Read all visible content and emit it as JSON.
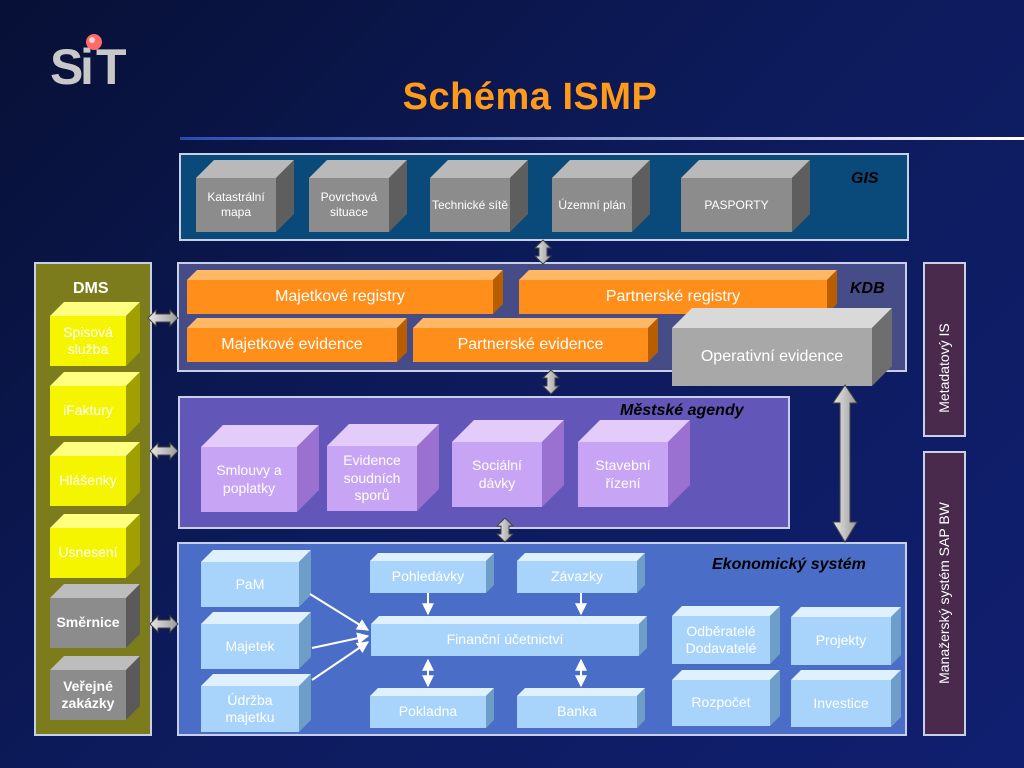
{
  "title": "Schéma ISMP",
  "logo_text": "SIT",
  "gis": {
    "label": "GIS",
    "items": [
      "Katastrální mapa",
      "Povrchová situace",
      "Technické sítě",
      "Územní plán",
      "PASPORTY"
    ]
  },
  "kdb": {
    "label": "KDB",
    "registry": [
      "Majetkové registry",
      "Partnerské registry"
    ],
    "evidence": [
      "Majetkové evidence",
      "Partnerské evidence"
    ],
    "operativni": "Operativní evidence"
  },
  "mestske": {
    "label": "Městské agendy",
    "items": [
      "Smlouvy a poplatky",
      "Evidence soudních sporů",
      "Sociální dávky",
      "Stavební řízení"
    ]
  },
  "ekonomicky": {
    "label": "Ekonomický systém",
    "left": [
      "PaM",
      "Majetek",
      "Údržba majetku"
    ],
    "top": [
      "Pohledávky",
      "Závazky"
    ],
    "center": "Finanční účetnictví",
    "bottom": [
      "Pokladna",
      "Banka"
    ],
    "right": [
      "Odběratelé Dodavatelé",
      "Projekty",
      "Rozpočet",
      "Investice"
    ]
  },
  "dms": {
    "label": "DMS",
    "items": [
      "Spisová služba",
      "iFaktury",
      "Hlášenky",
      "Usnesení",
      "Směrnice",
      "Veřejné zakázky"
    ]
  },
  "right_panels": [
    "Metadatový IS",
    "Manažerský systém SAP BW"
  ],
  "colors": {
    "title": "#ff9a1a",
    "gis_panel": "#0a4a7a",
    "kdb_panel": "#454c87",
    "mestske_panel": "#6257b8",
    "ekonomicky_panel": "#4a6ec8",
    "dms_panel": "#7d7c1c",
    "orange_box": "#ff8f1a",
    "purple_box": "#c8a4f4",
    "light_blue_box": "#a8d4fb",
    "yellow_box": "#f5f500",
    "gray_box": "#8c8c8c",
    "right_panel": "#4a2a4c"
  }
}
